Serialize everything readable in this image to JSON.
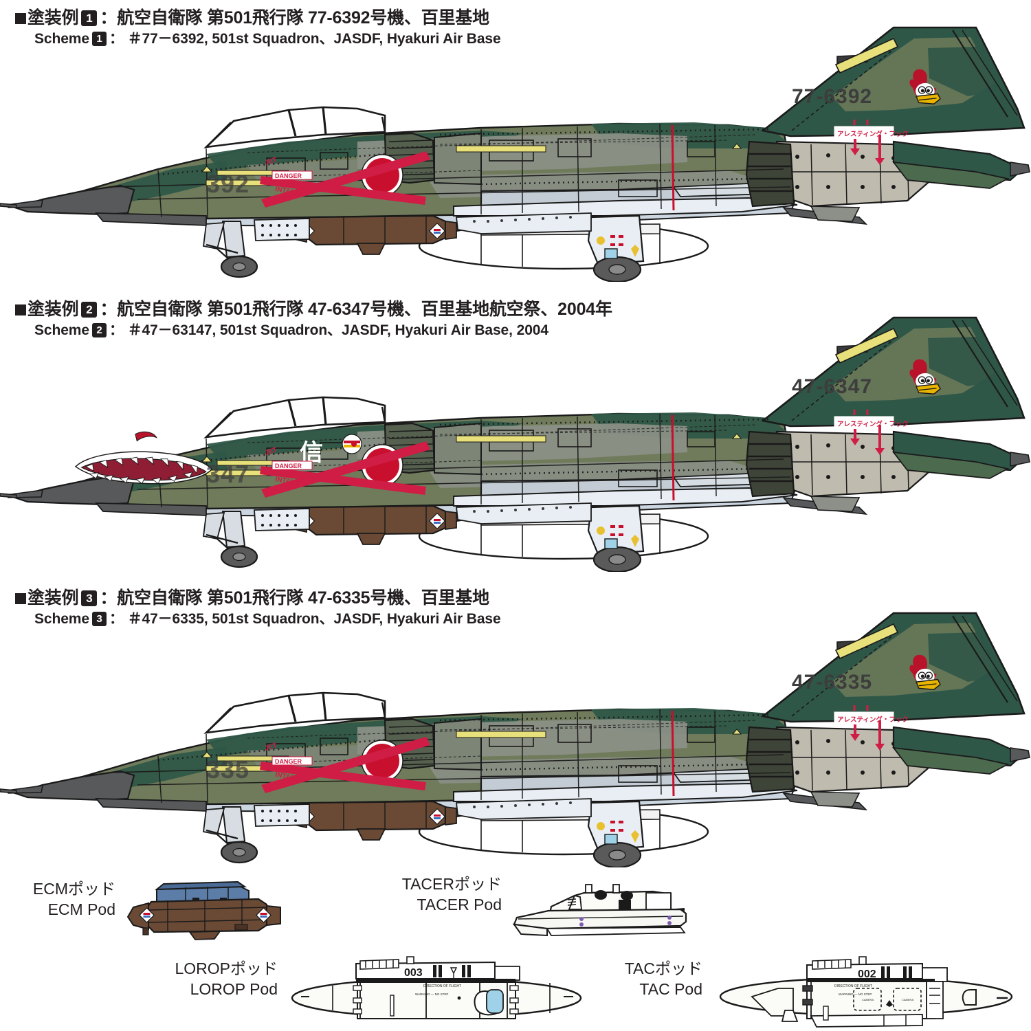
{
  "schemes": [
    {
      "num": "1",
      "jp_prefix": "塗装例",
      "jp_text": "：航空自衛隊 第501飛行隊 77-6392号機、百里基地",
      "en_prefix": "Scheme",
      "en_text": "：  ＃77－6392, 501st Squadron、JASDF, Hyakuri Air Base",
      "tail_number": "77-6392",
      "nose_number": "392",
      "hook_label": "アレスティング・フック",
      "danger_label": "DANGER",
      "jet_label": "JET",
      "intake_label": "INTAKE",
      "emblem": "woody-woodpecker",
      "shark_mouth": false,
      "kanji_marking": "",
      "roundel_emblem": false
    },
    {
      "num": "2",
      "jp_prefix": "塗装例",
      "jp_text": "：航空自衛隊 第501飛行隊 47-6347号機、百里基地航空祭、2004年",
      "en_prefix": "Scheme",
      "en_text": "：  ＃47－63147, 501st Squadron、JASDF, Hyakuri Air Base, 2004",
      "tail_number": "47-6347",
      "nose_number": "347",
      "hook_label": "アレスティング・フック",
      "danger_label": "DANGER",
      "jet_label": "JET",
      "intake_label": "INTAKE",
      "emblem": "woody-woodpecker",
      "shark_mouth": true,
      "kanji_marking": "信",
      "roundel_emblem": true
    },
    {
      "num": "3",
      "jp_prefix": "塗装例",
      "jp_text": "：航空自衛隊 第501飛行隊 47-6335号機、百里基地",
      "en_prefix": "Scheme",
      "en_text": "：  ＃47－6335, 501st Squadron、JASDF, Hyakuri Air Base",
      "tail_number": "47-6335",
      "nose_number": "335",
      "hook_label": "アレスティング・フック",
      "danger_label": "DANGER",
      "jet_label": "JET",
      "intake_label": "INTAKE",
      "emblem": "woody-woodpecker",
      "shark_mouth": false,
      "kanji_marking": "",
      "roundel_emblem": false
    }
  ],
  "pods": [
    {
      "id": "ecm",
      "jp": "ECMポッド",
      "en": "ECM Pod",
      "marking": ""
    },
    {
      "id": "tacer",
      "jp": "TACERポッド",
      "en": "TACER Pod",
      "marking": ""
    },
    {
      "id": "lorop",
      "jp": "LOROPポッド",
      "en": "LOROP Pod",
      "marking": "003"
    },
    {
      "id": "tac",
      "jp": "TACポッド",
      "en": "TAC Pod",
      "marking": "002"
    }
  ],
  "colors": {
    "dark_green": "#2f5748",
    "mid_green": "#6f7b5a",
    "gray_green": "#7d8577",
    "gray": "#8c9088",
    "radome": "#58595b",
    "underside": "#ccd6e0",
    "panel_tan": "#bfbbae",
    "brown_pod": "#6b4a35",
    "blue_pod": "#5c7da8",
    "hinomaru": "#c8102e",
    "danger_red": "#cf1d45",
    "yellow": "#e8e07a",
    "outline": "#1a1a1a",
    "badge_bg": "#231f20",
    "window_blue": "#9fd2e8"
  }
}
